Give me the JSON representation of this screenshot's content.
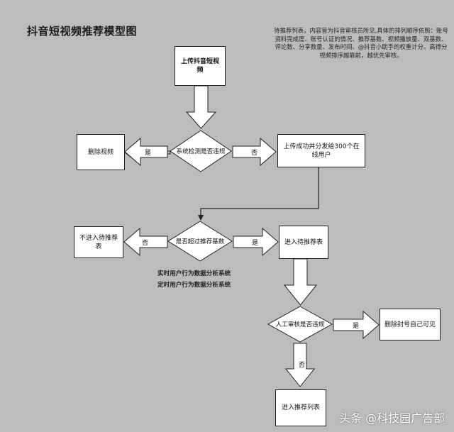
{
  "title": "抖音短视频推荐模型图",
  "note": "待推荐列表，内容皆为抖音审核员所见,具体的排列顺序依照：账号资料完成度、账号认证的情况、推荐基数、视频播放量、双基数、评论数、分享数量、发布时间、@抖音小助手的权重计分。高得分视频排序越靠前，越优先审核。",
  "nodes": {
    "upload": "上传抖音短视频",
    "delete": "删除视频",
    "check": "系统检测是否违规",
    "distribute": "上传成功并分发给300个在线用户",
    "not_pending": "不进入待推荐表",
    "over_base": "是否超过推荐基数",
    "pending": "进入待推荐表",
    "manual_review": "人工审核是否违规",
    "ban": "删除封号自己可见",
    "recommend_list": "进入推荐列表"
  },
  "edges": {
    "check_yes": "是",
    "check_no": "否",
    "over_no": "否",
    "over_yes": "是",
    "review_yes": "是",
    "review_no": "否"
  },
  "systems": {
    "realtime": "实时用户行为数据分析系统",
    "scheduled": "定时用户行为数据分析系统"
  },
  "watermark": "头条 @科技园广告部",
  "colors": {
    "background": "#bcbcbc",
    "shape_fill": "#ffffff",
    "stroke": "#222222"
  }
}
